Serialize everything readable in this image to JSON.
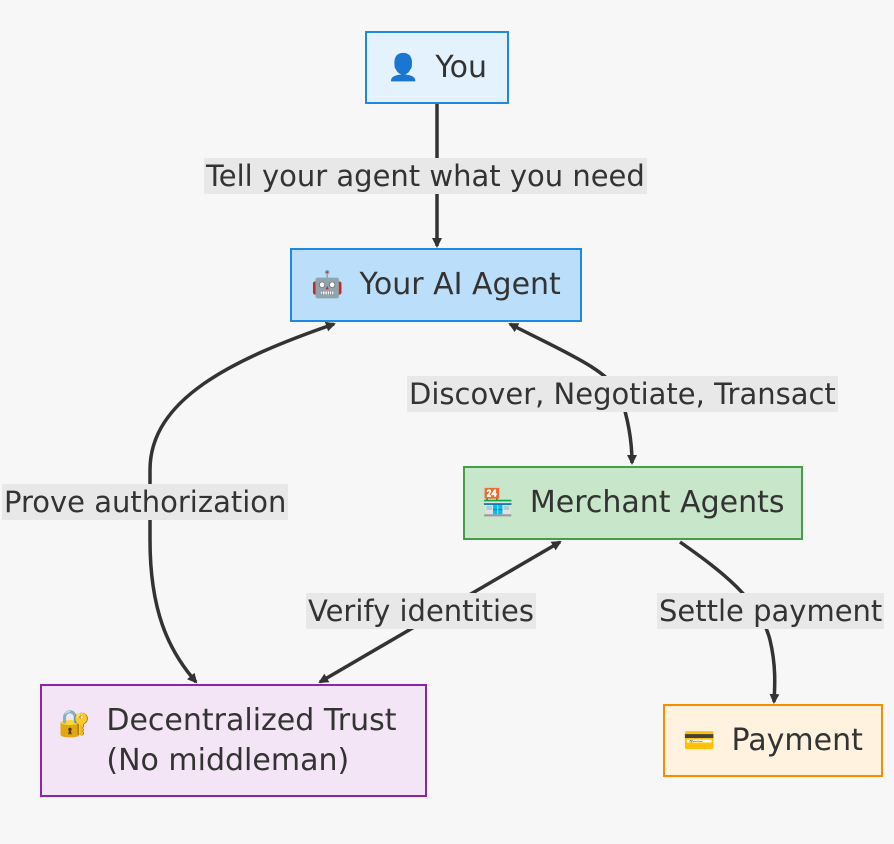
{
  "nodes": {
    "you": {
      "icon": "👤",
      "icon_name": "person-icon",
      "label": "You",
      "fill": "#e3f2fd",
      "stroke": "#1e88e5"
    },
    "agent": {
      "icon": "🤖",
      "icon_name": "robot-icon",
      "label": "Your AI Agent",
      "fill": "#bbdefb",
      "stroke": "#1e88e5"
    },
    "merchant": {
      "icon": "🏪",
      "icon_name": "store-icon",
      "label": "Merchant Agents",
      "fill": "#c8e6c9",
      "stroke": "#43a047"
    },
    "trust": {
      "icon": "🔐",
      "icon_name": "lock-key-icon",
      "label": "Decentralized Trust",
      "label_line2": "(No middleman)",
      "fill": "#f3e5f5",
      "stroke": "#8e24aa"
    },
    "payment": {
      "icon": "💳",
      "icon_name": "credit-card-icon",
      "label": "Payment",
      "fill": "#fff3e0",
      "stroke": "#fb8c00"
    }
  },
  "edges": {
    "you_to_agent": {
      "label": "Tell your agent what you need",
      "direction": "forward"
    },
    "agent_merchant": {
      "label": "Discover, Negotiate, Transact",
      "direction": "both"
    },
    "agent_trust": {
      "label": "Prove authorization",
      "direction": "both"
    },
    "merchant_trust": {
      "label": "Verify identities",
      "direction": "both"
    },
    "merchant_payment": {
      "label": "Settle payment",
      "direction": "forward"
    }
  },
  "colors": {
    "background": "#f7f7f7",
    "edge": "#333333",
    "label_bg": "#e8e8e8"
  }
}
